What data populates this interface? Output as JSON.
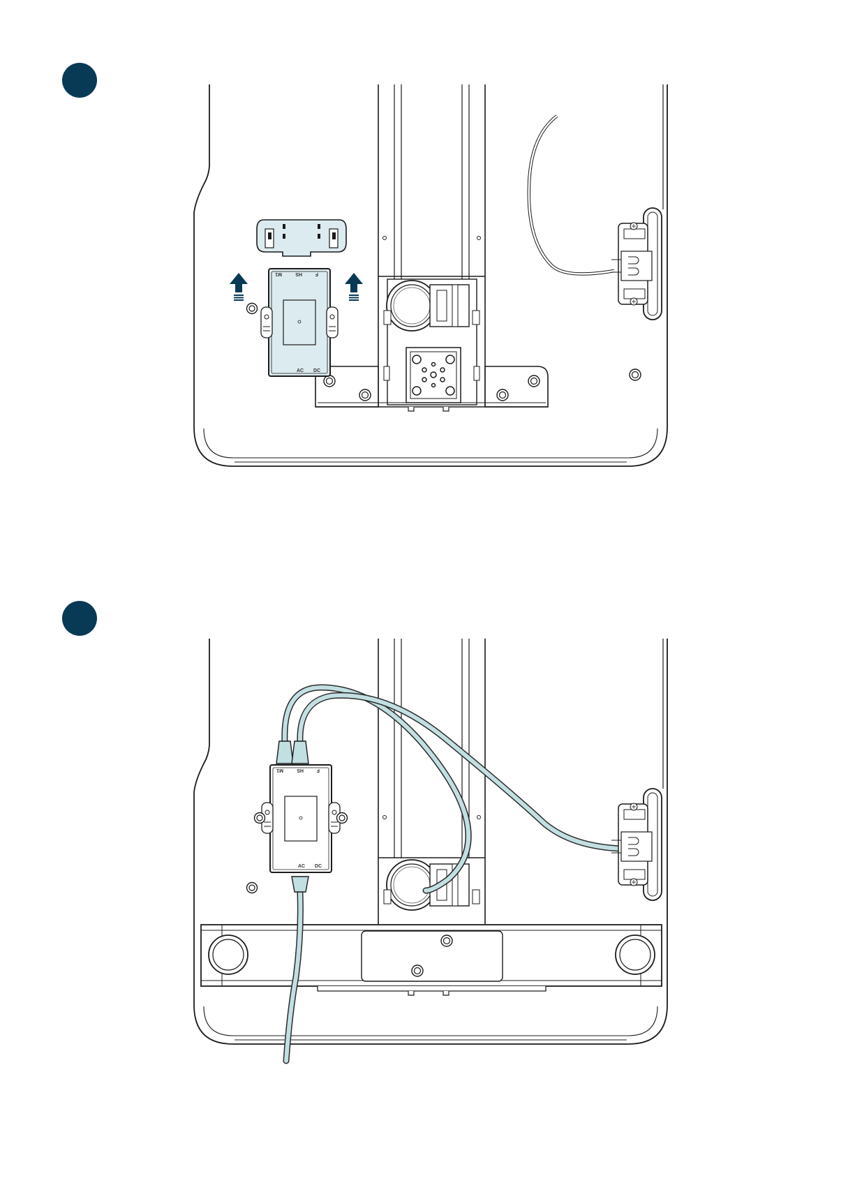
{
  "colors": {
    "step_marker": "#083a55",
    "line": "#1b1b1b",
    "component_fill": "#dcebef",
    "cable": "#c2dfe2",
    "cable_outline": "#2a2a2a",
    "arrow": "#083a55"
  },
  "icons": [
    "step-marker-icon",
    "up-arrow-icon"
  ],
  "control_box": {
    "top_labels": [
      "M1",
      "HS",
      "F"
    ],
    "bottom_labels": [
      "AC",
      "DC"
    ]
  }
}
